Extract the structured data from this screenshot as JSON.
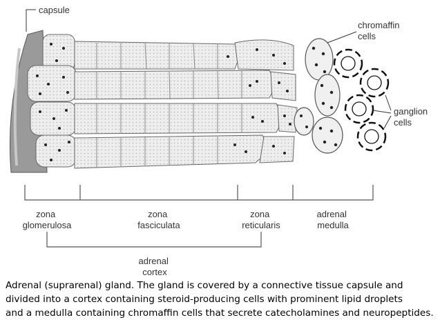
{
  "labels": {
    "capsule": "capsule",
    "chromaffin": [
      "chromaffin",
      "cells"
    ],
    "ganglion": [
      "ganglion",
      "cells"
    ],
    "zona_glomerulosa": [
      "zona",
      "glomerulosa"
    ],
    "zona_fasciculata": [
      "zona",
      "fasciculata"
    ],
    "zona_reticularis": [
      "zona",
      "reticularis"
    ],
    "adrenal_medulla": [
      "adrenal",
      "medulla"
    ],
    "adrenal_cortex": [
      "adrenal",
      "cortex"
    ]
  },
  "caption": {
    "lines": [
      "Adrenal (suprarenal) gland. The gland is covered by a connective tissue capsule and",
      "divided into a cortex containing steroid-producing cells with prominent lipid droplets",
      "and a medulla containing chromaffin cells that secrete catecholamines and neuropeptides."
    ]
  },
  "colors": {
    "tissue_fill": "#e6e6e6",
    "cell_outline": "#555555",
    "capsule_fill": "#9a9a9a",
    "nucleus": "#222222"
  }
}
